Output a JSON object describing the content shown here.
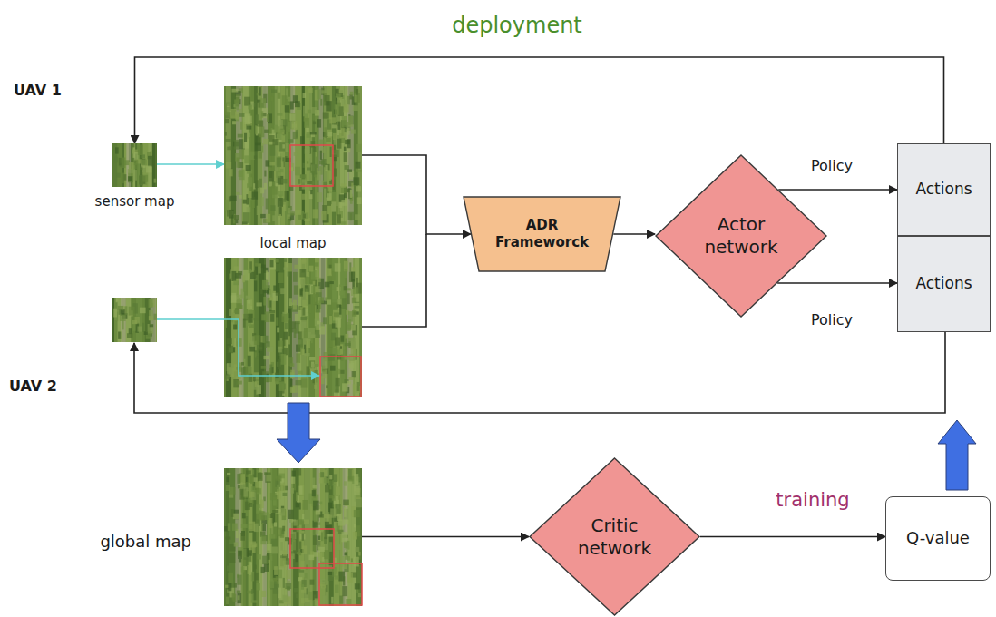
{
  "diagram": {
    "nodes": [
      {
        "text": [
          "sensor map"
        ]
      },
      {
        "text": [
          "local map"
        ]
      },
      {
        "text": [
          "global map"
        ]
      },
      {
        "text": [
          "ADR Frameworck"
        ]
      },
      {
        "text": [
          "Actor network"
        ]
      },
      {
        "text": [
          "Actions"
        ]
      },
      {
        "text": [
          "Actions"
        ]
      },
      {
        "text": [
          "Critic network"
        ]
      },
      {
        "text": [
          "Q-value"
        ]
      }
    ],
    "edges": [
      {
        "from": 0,
        "to": 1,
        "arrow": "to"
      },
      {
        "from": 1,
        "to": 3,
        "arrow": "to"
      },
      {
        "from": 3,
        "to": 4,
        "arrow": "to"
      },
      {
        "from": 4,
        "to": 5,
        "label": "Policy",
        "arrow": "to"
      },
      {
        "from": 4,
        "to": 6,
        "label": "Policy",
        "arrow": "to"
      },
      {
        "from": 5,
        "to": 0,
        "label": "deployment",
        "arrow": "to"
      },
      {
        "from": 2,
        "to": 7,
        "arrow": "to"
      },
      {
        "from": 7,
        "to": 8,
        "label": "training",
        "arrow": "to"
      },
      {
        "from": 8,
        "to": 6,
        "arrow": "to"
      }
    ],
    "labels": [
      "UAV 1",
      "UAV 2"
    ]
  }
}
